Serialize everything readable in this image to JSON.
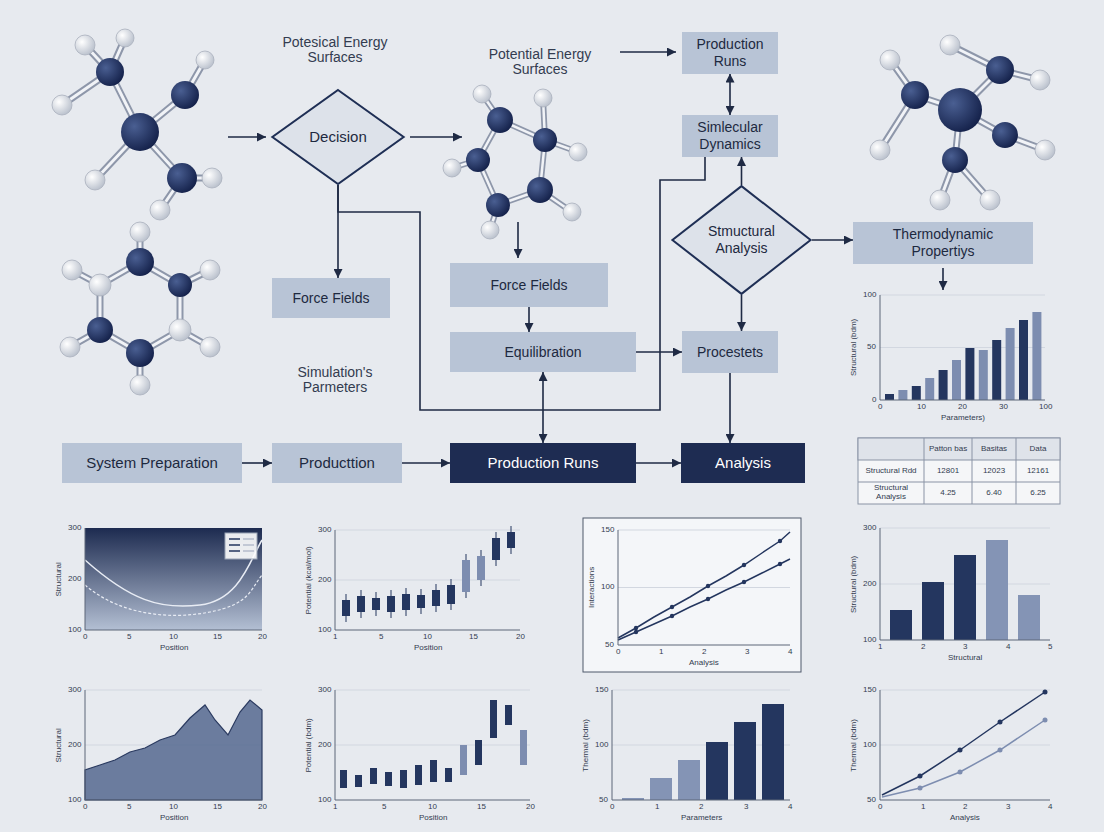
{
  "diagram": {
    "nodes": [
      {
        "text": [
          "Decision"
        ]
      },
      {
        "text": [
          "Production Runs"
        ]
      },
      {
        "text": [
          "Simlecular Dynamics"
        ]
      },
      {
        "text": [
          "Stmuctural Analysis"
        ]
      },
      {
        "text": [
          "Thermodynamic Propertiys"
        ]
      },
      {
        "text": [
          "Force Fields"
        ]
      },
      {
        "text": [
          "Force Fields"
        ]
      },
      {
        "text": [
          "Equilibration"
        ]
      },
      {
        "text": [
          "Procestets"
        ]
      },
      {
        "text": [
          "System Preparation"
        ]
      },
      {
        "text": [
          "Producttion"
        ]
      },
      {
        "text": [
          "Production Runs"
        ]
      },
      {
        "text": [
          "Analysis"
        ]
      }
    ],
    "edges": [
      {
        "from": 1,
        "to": 2,
        "arrow": "both"
      },
      {
        "from": 3,
        "to": 2,
        "arrow": "to"
      },
      {
        "from": 3,
        "to": 4,
        "arrow": "to"
      },
      {
        "from": 0,
        "to": 5,
        "arrow": "to"
      },
      {
        "from": 0,
        "to": 2,
        "arrow": "none"
      },
      {
        "from": 6,
        "to": 7,
        "arrow": "to"
      },
      {
        "from": 7,
        "to": 8,
        "arrow": "to"
      },
      {
        "from": 7,
        "to": 11,
        "arrow": "both"
      },
      {
        "from": 3,
        "to": 8,
        "arrow": "to"
      },
      {
        "from": 8,
        "to": 12,
        "arrow": "to"
      },
      {
        "from": 9,
        "to": 10,
        "arrow": "to"
      },
      {
        "from": 10,
        "to": 11,
        "arrow": "to"
      },
      {
        "from": 11,
        "to": 12,
        "arrow": "to"
      }
    ],
    "labels": [
      "Potesical Energy Surfaces",
      "Potential Energy Surfaces",
      "Simulation's Parmeters",
      "Structural (bdm)",
      "Parameters)",
      "0",
      "50",
      "100",
      "0",
      "10",
      "20",
      "30",
      "100",
      "Patton bas",
      "Basitas",
      "Data",
      "Structural Rdd",
      "12801",
      "12023",
      "12161",
      "Structural Analysis",
      "4.25",
      "6.40",
      "6.25",
      "Structural",
      "Position",
      "100",
      "200",
      "300",
      "0",
      "5",
      "10",
      "15",
      "20",
      "Potential (kcal/mol)",
      "Position",
      "100",
      "200",
      "300",
      "1",
      "5",
      "10",
      "15",
      "20",
      "Interactions",
      "Analysis",
      "50",
      "100",
      "150",
      "0",
      "1",
      "2",
      "3",
      "4",
      "Structural (bdm)",
      "Structural",
      "100",
      "200",
      "300",
      "1",
      "2",
      "3",
      "4",
      "5",
      "Structural",
      "Position",
      "100",
      "200",
      "300",
      "0",
      "5",
      "10",
      "15",
      "20",
      "Potential (bdm)",
      "Position",
      "100",
      "200",
      "300",
      "1",
      "5",
      "10",
      "15",
      "20",
      "Thermal (bdm)",
      "Parameters",
      "50",
      "100",
      "150",
      "0",
      "1",
      "2",
      "3",
      "4",
      "Thermal (bdm)",
      "Analysis",
      "50",
      "100",
      "150",
      "0",
      "1",
      "2",
      "3",
      "4"
    ]
  }
}
